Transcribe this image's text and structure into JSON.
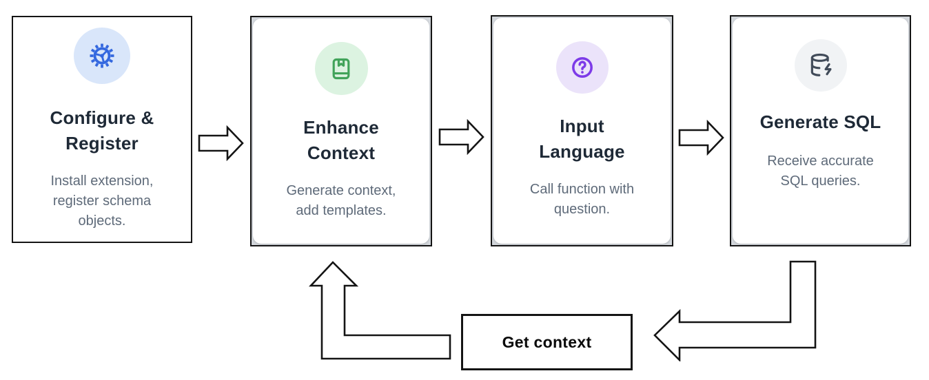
{
  "diagram": {
    "line_color": "#141414",
    "title_color": "#1e2936",
    "desc_color": "#5e6a79",
    "loop_label": "Get context",
    "steps": [
      {
        "name": "configure-register",
        "icon": "gear-icon",
        "accent_color": "#3468df",
        "icon_bg": "#d9e6fa",
        "title": "Configure & Register",
        "title_lines": [
          "Configure &",
          "Register"
        ],
        "description": "Install extension, register schema objects.",
        "desc_lines": [
          "Install extension,",
          "register schema",
          "objects."
        ]
      },
      {
        "name": "enhance-context",
        "icon": "book-icon",
        "accent_color": "#41a35a",
        "icon_bg": "#dcf3e1",
        "title": "Enhance Context",
        "title_lines": [
          "Enhance",
          "Context"
        ],
        "description": "Generate context, add templates.",
        "desc_lines": [
          "Generate context,",
          "add templates."
        ]
      },
      {
        "name": "input-language",
        "icon": "help-circle-icon",
        "accent_color": "#7d3be8",
        "icon_bg": "#ebe3fa",
        "title": "Input Language",
        "title_lines": [
          "Input",
          "Language"
        ],
        "description": "Call function with question.",
        "desc_lines": [
          "Call function with",
          "question."
        ]
      },
      {
        "name": "generate-sql",
        "icon": "database-zap-icon",
        "accent_color": "#414b59",
        "icon_bg": "#f1f3f5",
        "title": "Generate SQL",
        "title_lines": [
          "Generate SQL"
        ],
        "description": "Receive accurate SQL queries.",
        "desc_lines": [
          "Receive accurate",
          "SQL queries."
        ]
      }
    ]
  }
}
